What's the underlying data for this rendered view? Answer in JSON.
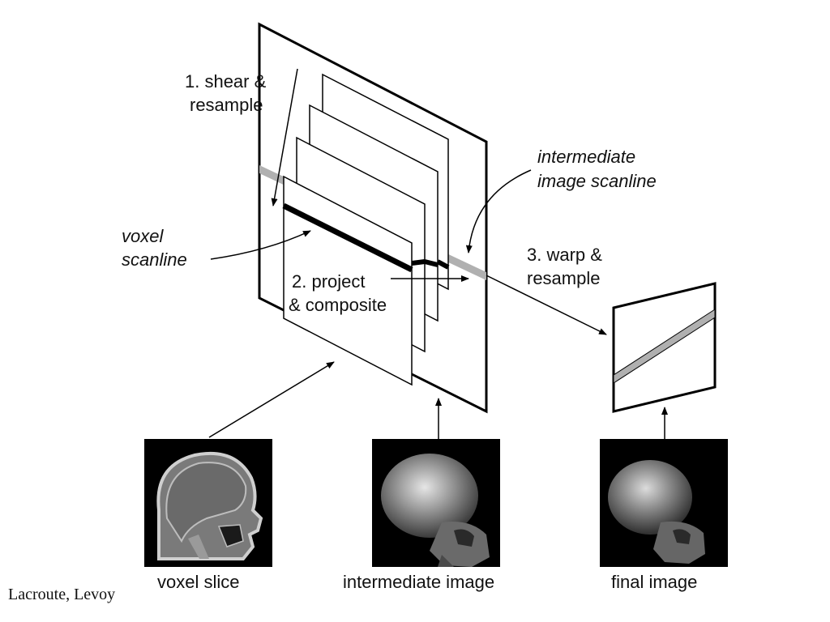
{
  "steps": {
    "shear_line1": "1. shear &",
    "shear_line2": "resample",
    "project_line1": "2. project",
    "project_line2": "& composite",
    "warp_line1": "3. warp &",
    "warp_line2": "resample"
  },
  "annotations": {
    "voxel_line1": "voxel",
    "voxel_line2": "scanline",
    "intermediate_line1": "intermediate",
    "intermediate_line2": "image scanline"
  },
  "thumbnails": {
    "voxel_slice": "voxel slice",
    "intermediate_image": "intermediate image",
    "final_image": "final image"
  },
  "credit": "Lacroute, Levoy",
  "colors": {
    "line": "#000000",
    "scanline": "#b0b0b0",
    "thumbnail_bg": "#000000"
  }
}
